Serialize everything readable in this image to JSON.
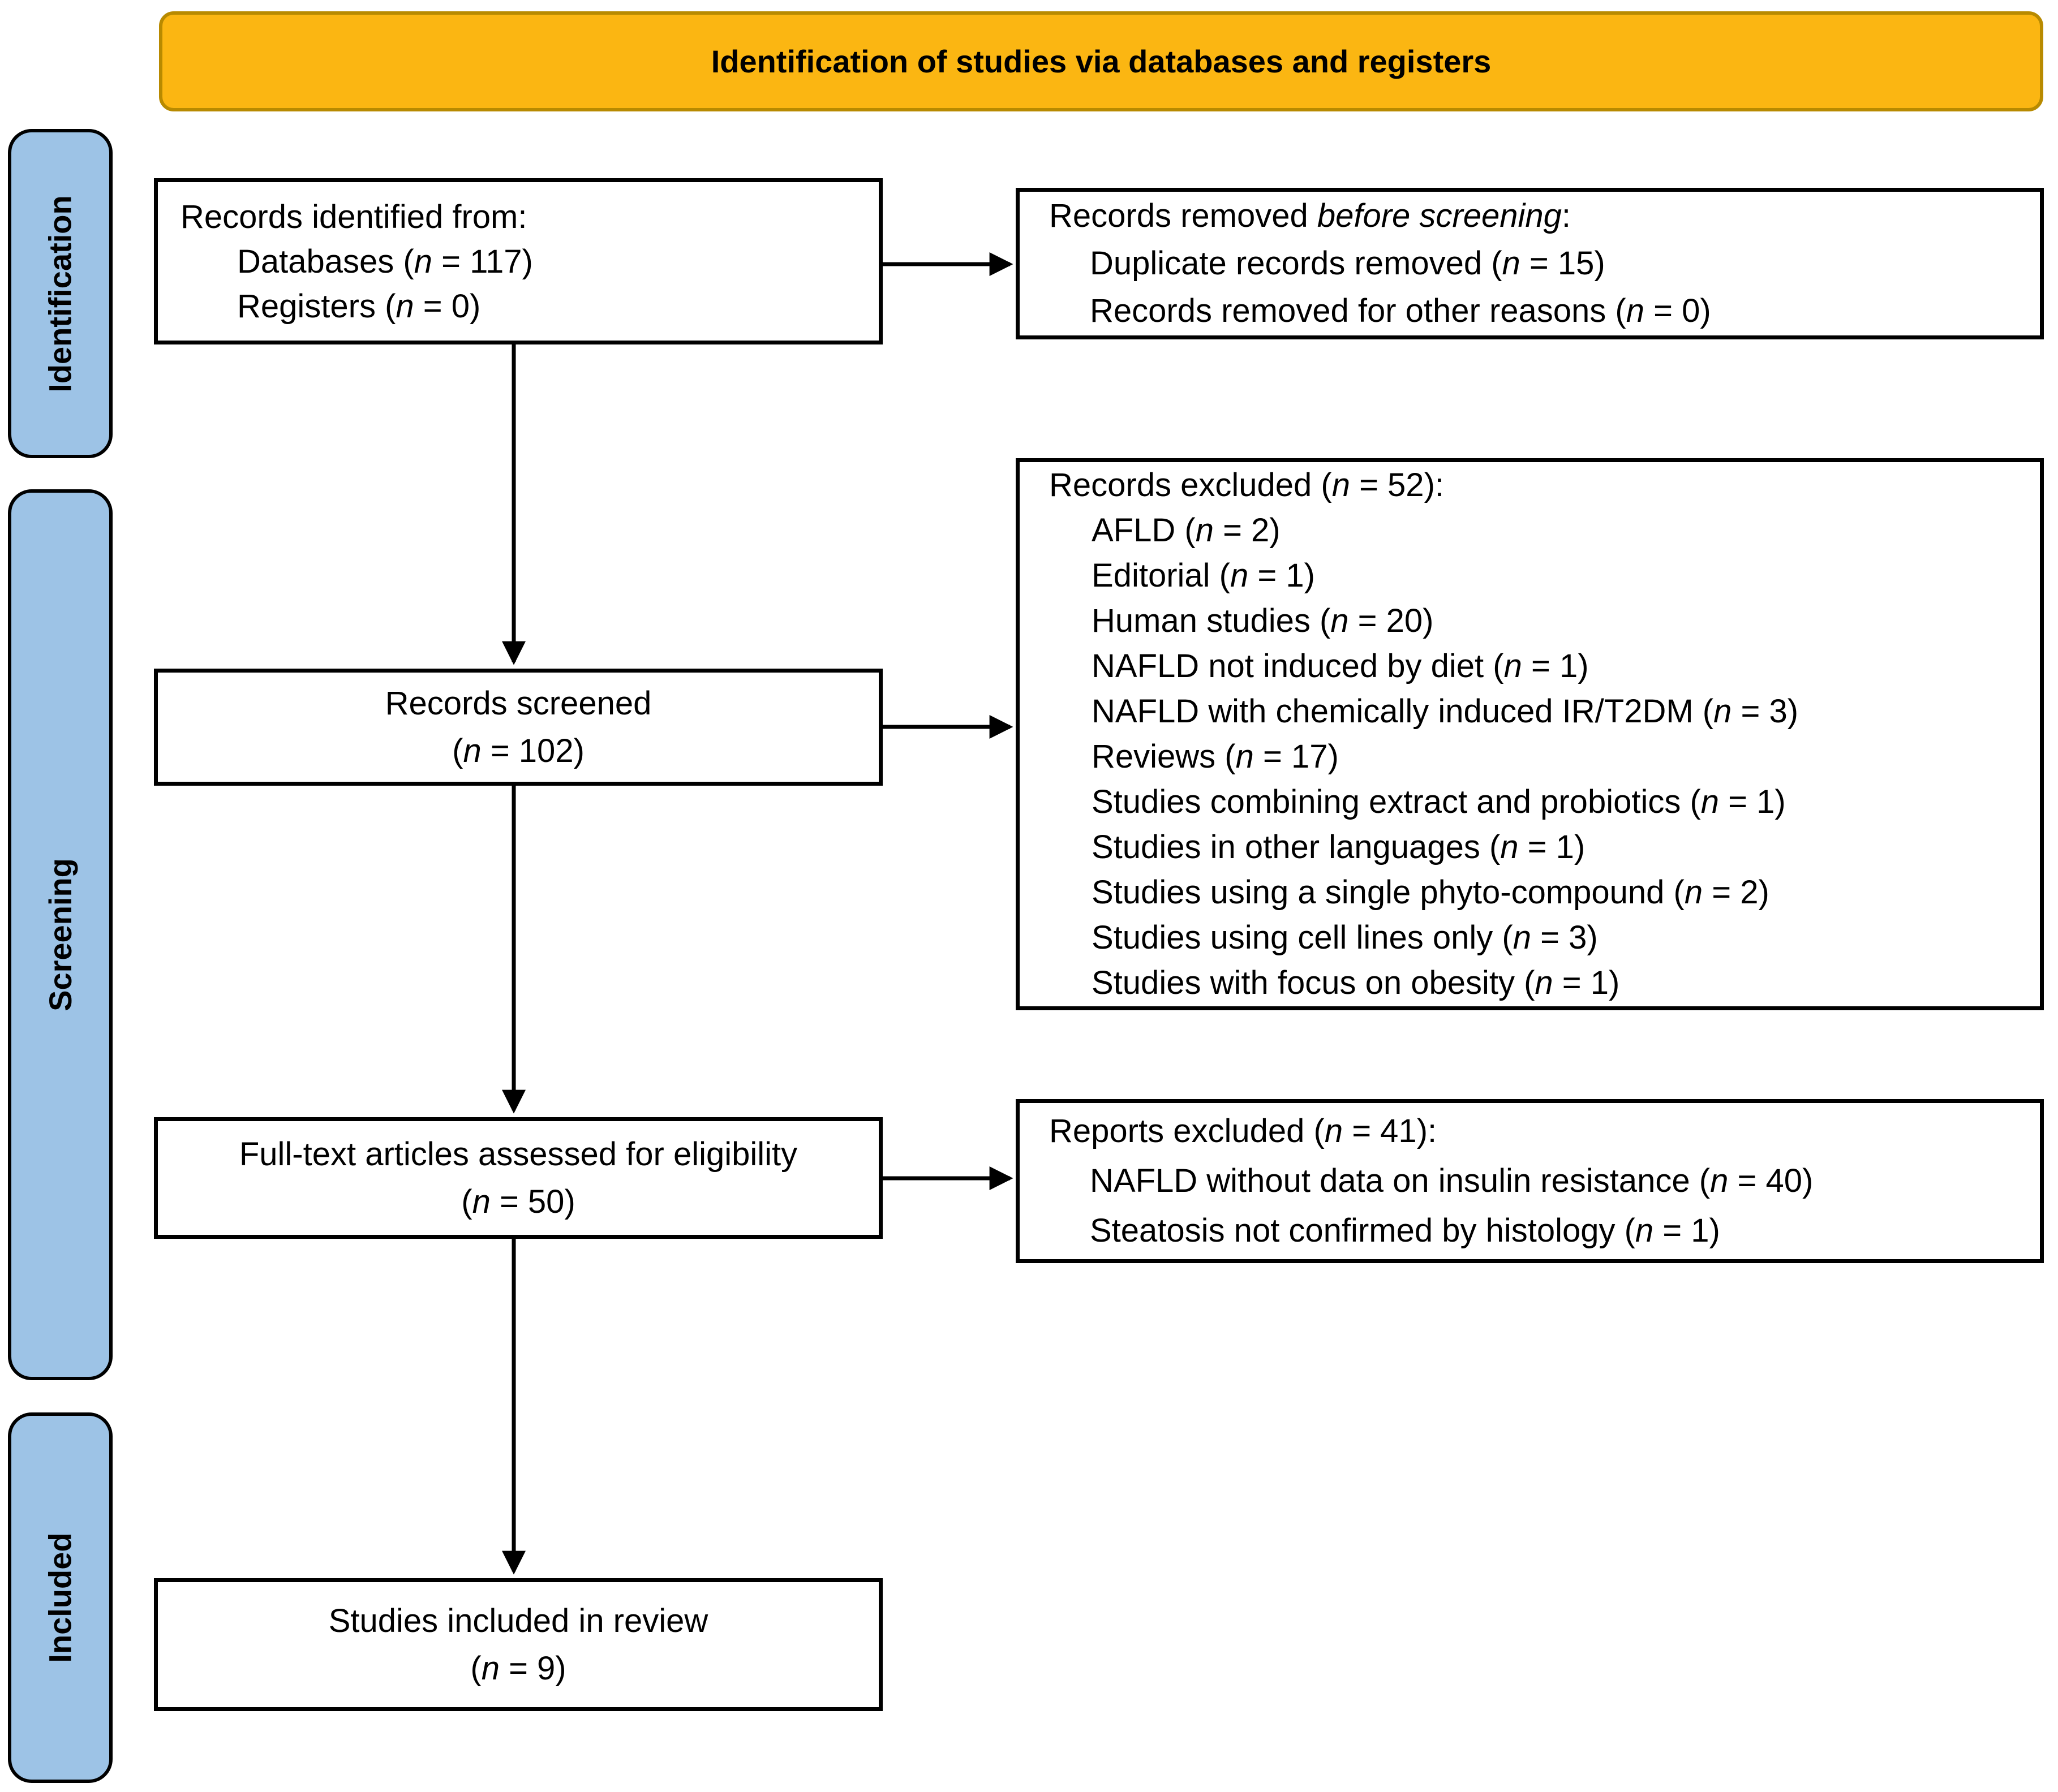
{
  "banner": {
    "title": "Identification of studies via databases and registers"
  },
  "sidebar": {
    "labels": [
      {
        "id": "identification",
        "label": "Identification"
      },
      {
        "id": "screening",
        "label": "Screening"
      },
      {
        "id": "included",
        "label": "Included"
      }
    ]
  },
  "boxes": {
    "identified": {
      "lines": [
        {
          "text": "Records identified from:",
          "indent": 0
        },
        {
          "text": "Databases (n = 117)",
          "indent": 1
        },
        {
          "text": "Registers (n = 0)",
          "indent": 1
        }
      ]
    },
    "removed": {
      "lines": [
        {
          "text": "Records removed before screening:",
          "indent": 0,
          "italics": [
            "before screening"
          ]
        },
        {
          "text": "Duplicate records removed (n = 15)",
          "indent": 1
        },
        {
          "text": "Records removed for other reasons (n = 0)",
          "indent": 1
        }
      ]
    },
    "screened": {
      "lines": [
        {
          "text": "Records screened",
          "indent": 0
        },
        {
          "text": "(n = 102)",
          "indent": 0
        }
      ]
    },
    "excluded": {
      "lines": [
        {
          "text": "Records excluded (n = 52):",
          "indent": 0
        },
        {
          "text": "AFLD (n = 2)",
          "indent": 1
        },
        {
          "text": "Editorial (n = 1)",
          "indent": 1
        },
        {
          "text": "Human studies (n = 20)",
          "indent": 1
        },
        {
          "text": "NAFLD not induced by diet (n = 1)",
          "indent": 1
        },
        {
          "text": "NAFLD with chemically induced IR/T2DM (n = 3)",
          "indent": 1
        },
        {
          "text": "Reviews (n = 17)",
          "indent": 1
        },
        {
          "text": "Studies combining extract and probiotics (n = 1)",
          "indent": 1
        },
        {
          "text": "Studies in other languages (n = 1)",
          "indent": 1
        },
        {
          "text": "Studies using a single phyto-compound (n = 2)",
          "indent": 1
        },
        {
          "text": "Studies using cell lines only (n = 3)",
          "indent": 1
        },
        {
          "text": "Studies with focus on obesity (n = 1)",
          "indent": 1
        }
      ]
    },
    "fulltext": {
      "lines": [
        {
          "text": "Full-text articles assessed for eligibility",
          "indent": 0
        },
        {
          "text": "(n = 50)",
          "indent": 0
        }
      ]
    },
    "reports": {
      "lines": [
        {
          "text": "Reports excluded (n = 41):",
          "indent": 0
        },
        {
          "text": "NAFLD without data on insulin resistance (n = 40)",
          "indent": 1
        },
        {
          "text": "Steatosis not confirmed by histology (n = 1)",
          "indent": 1
        }
      ]
    },
    "review": {
      "lines": [
        {
          "text": "Studies included in review",
          "indent": 0
        },
        {
          "text": "(n = 9)",
          "indent": 0
        }
      ]
    }
  },
  "colors": {
    "banner_bg": "#FBB612",
    "banner_border": "#B88A00",
    "sidebar_bg": "#9DC3E6",
    "box_border": "#000000",
    "arrow": "#000000"
  }
}
